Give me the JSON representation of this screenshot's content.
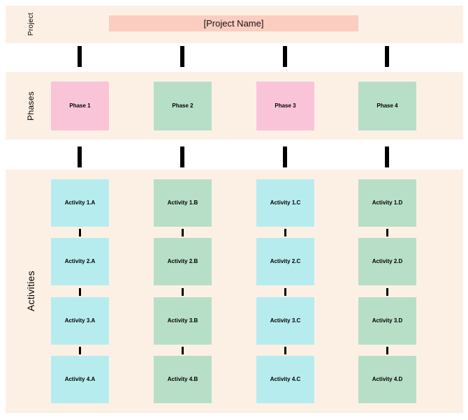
{
  "colors": {
    "band_bg": "#FCF0E4",
    "project_bar": "#FBCDC0",
    "pink": "#F9C4D7",
    "green": "#B7DFC8",
    "cyan": "#B7ECEF",
    "connector": "#000000"
  },
  "project": {
    "band_label": "Project",
    "name": "[Project Name]"
  },
  "phases": {
    "band_label": "Phases",
    "items": [
      {
        "label": "Phase 1",
        "color": "pink"
      },
      {
        "label": "Phase 2",
        "color": "green"
      },
      {
        "label": "Phase 3",
        "color": "pink"
      },
      {
        "label": "Phase 4",
        "color": "green"
      }
    ]
  },
  "activities": {
    "band_label": "Activities",
    "column_colors": [
      "cyan",
      "green",
      "cyan",
      "green"
    ],
    "grid": [
      [
        "Activity 1.A",
        "Activity 1.B",
        "Activity 1.C",
        "Activity 1.D"
      ],
      [
        "Activity 2.A",
        "Activity 2.B",
        "Activity 2.C",
        "Activity 2.D"
      ],
      [
        "Activity 3.A",
        "Activity 3.B",
        "Activity 3.C",
        "Activity 3.D"
      ],
      [
        "Activity 4.A",
        "Activity 4.B",
        "Activity 4.C",
        "Activity 4.D"
      ]
    ]
  }
}
